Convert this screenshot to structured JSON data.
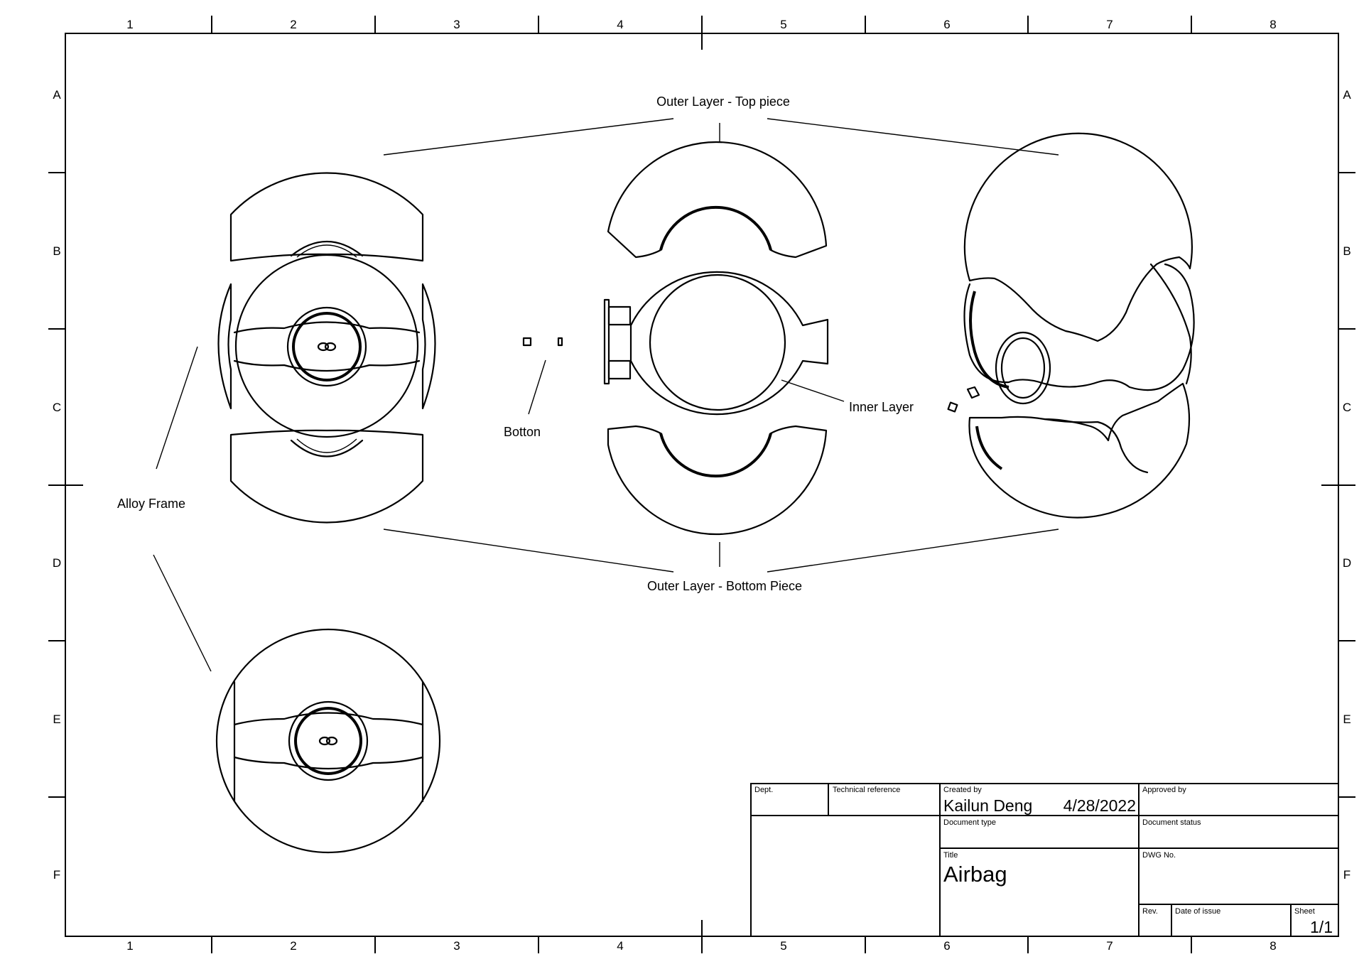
{
  "grid": {
    "columns": [
      "1",
      "2",
      "3",
      "4",
      "5",
      "6",
      "7",
      "8"
    ],
    "rows": [
      "A",
      "B",
      "C",
      "D",
      "E",
      "F"
    ]
  },
  "callouts": {
    "outer_top": "Outer Layer - Top piece",
    "outer_bottom": "Outer Layer - Bottom Piece",
    "inner": "Inner Layer",
    "botton": "Botton",
    "alloy": "Alloy Frame"
  },
  "title_block": {
    "dept_label": "Dept.",
    "tech_ref_label": "Technical reference",
    "created_by_label": "Created by",
    "created_by_value": "Kailun Deng",
    "date_value": "4/28/2022",
    "approved_by_label": "Approved by",
    "doc_type_label": "Document type",
    "doc_status_label": "Document status",
    "title_label": "Title",
    "title_value": "Airbag",
    "dwg_label": "DWG No.",
    "rev_label": "Rev.",
    "date_issue_label": "Date of issue",
    "sheet_label": "Sheet",
    "sheet_value": "1/1"
  }
}
